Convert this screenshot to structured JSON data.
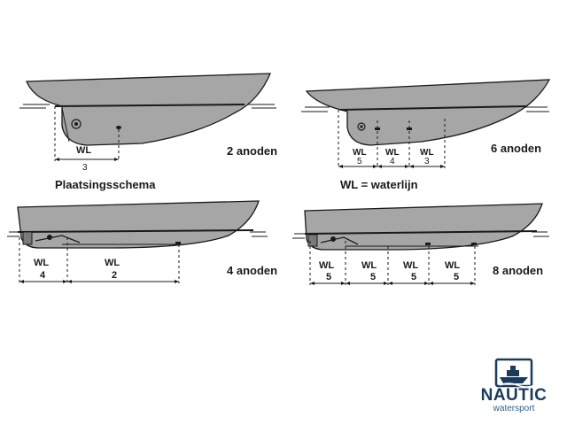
{
  "diagram": {
    "title": "Plaatsingsschema",
    "legend": "WL = waterlijn",
    "figures": [
      {
        "label": "2 anoden",
        "marks": [
          {
            "text": "WL",
            "ratio": "3"
          }
        ]
      },
      {
        "label": "6 anoden",
        "marks": [
          {
            "text": "WL",
            "ratio": "5"
          },
          {
            "text": "WL",
            "ratio": "4"
          },
          {
            "text": "WL",
            "ratio": "3"
          }
        ]
      },
      {
        "label": "4 anoden",
        "marks": [
          {
            "text": "WL",
            "ratio": "4"
          },
          {
            "text": "WL",
            "ratio": "2"
          }
        ]
      },
      {
        "label": "8 anoden",
        "marks": [
          {
            "text": "WL",
            "ratio": "5"
          },
          {
            "text": "WL",
            "ratio": "5"
          },
          {
            "text": "WL",
            "ratio": "5"
          },
          {
            "text": "WL",
            "ratio": "5"
          }
        ]
      }
    ]
  },
  "logo": {
    "name": "NAUTIC",
    "subtitle": "watersport",
    "color": "#1b3a5c"
  },
  "colors": {
    "hull": "#a6a6a6",
    "outline": "#1a1a1a"
  }
}
